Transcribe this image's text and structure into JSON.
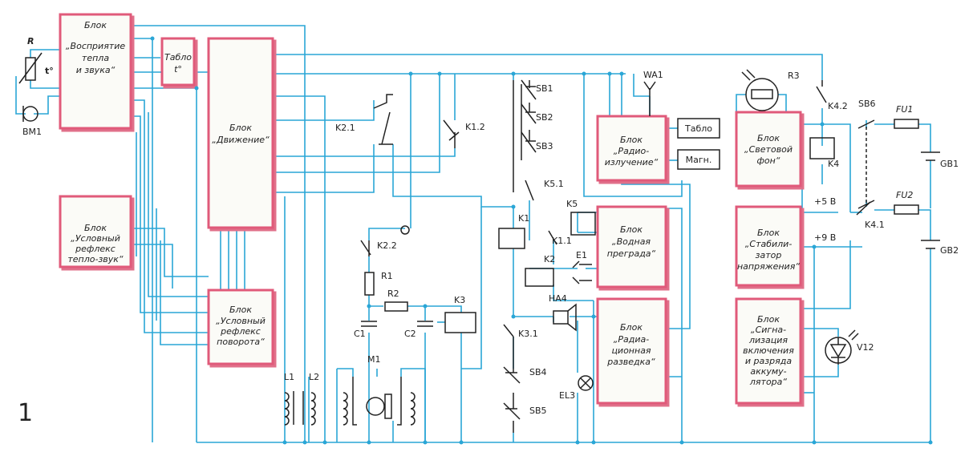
{
  "figure_number": "1",
  "blocks": {
    "perception": [
      "Блок",
      "„Восприятие",
      "тепла",
      "и звука“"
    ],
    "reflex_heat_sound": [
      "Блок",
      "„Условный",
      "рефлекс",
      "тепло-звук“"
    ],
    "tablo_t": [
      "Табло",
      "t°"
    ],
    "motion": [
      "Блок",
      "„Движение“"
    ],
    "reflex_turn": [
      "Блок",
      "„Условный",
      "рефлекс",
      "поворота“"
    ],
    "radio_emission": [
      "Блок",
      "„Радио-",
      "излучение“"
    ],
    "tablo": [
      "Табло"
    ],
    "magn": [
      "Магн."
    ],
    "water_barrier": [
      "Блок",
      "„Водная",
      "преграда“"
    ],
    "radiation_recon": [
      "Блок",
      "„Радиа-",
      "ционная",
      "разведка“"
    ],
    "light_bg": [
      "Блок",
      "„Световой",
      "фон“"
    ],
    "stabilizer": [
      "Блок",
      "„Стабили-",
      "затор",
      "напряжения“"
    ],
    "signaling": [
      "Блок",
      "„Сигна-",
      "лизация",
      "включения",
      "и разряда",
      "аккуму-",
      "лятора“"
    ]
  },
  "labels": {
    "R": "R",
    "t": "t°",
    "BM1": "BM1",
    "K2_1": "K2.1",
    "K1_2": "K1.2",
    "K2_2": "K2.2",
    "R1": "R1",
    "R2": "R2",
    "K3": "K3",
    "C1": "C1",
    "C2": "C2",
    "M1": "M1",
    "L1": "L1",
    "L2": "L2",
    "SB1": "SB1",
    "SB2": "SB2",
    "SB3": "SB3",
    "K5_1": "K5.1",
    "K1": "K1",
    "K1_1": "K1.1",
    "K2": "K2",
    "K5": "K5",
    "E1": "E1",
    "HA4": "HA4",
    "K3_1": "K3.1",
    "SB4": "SB4",
    "SB5": "SB5",
    "EL3": "EL3",
    "WA1": "WA1",
    "R3": "R3",
    "K4_2": "K4.2",
    "K4": "K4",
    "K4_1": "K4.1",
    "SB6": "SB6",
    "FU1": "FU1",
    "FU2": "FU2",
    "GB1": "GB1",
    "GB2": "GB2",
    "plus5": "+5 В",
    "plus9": "+9 В",
    "V12": "V12"
  },
  "colors": {
    "wire": "#2aa6d6",
    "block_border": "#e05a7a",
    "component": "#222222"
  }
}
